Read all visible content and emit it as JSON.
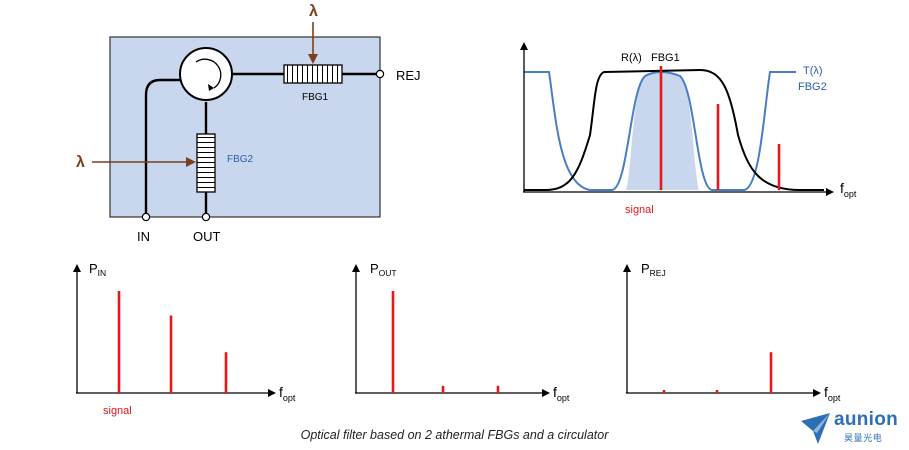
{
  "schematic": {
    "lambda_top": "λ",
    "lambda_left": "λ",
    "fbg1_label": "FBG1",
    "fbg2_label": "FBG2",
    "rej_label": "REJ",
    "in_label": "IN",
    "out_label": "OUT"
  },
  "spectrum": {
    "r_label": "R(λ)",
    "fbg1_label": "FBG1",
    "t_label": "T(λ)",
    "fbg2_label": "FBG2",
    "signal_label": "signal",
    "xaxis_base": "f",
    "xaxis_sub": "opt"
  },
  "chart_data": [
    {
      "type": "bar",
      "ylabel_base": "P",
      "ylabel_sub": "IN",
      "xlabel_base": "f",
      "xlabel_sub": "opt",
      "annotation": "signal",
      "values": [
        1.0,
        0.76,
        0.4
      ]
    },
    {
      "type": "bar",
      "ylabel_base": "P",
      "ylabel_sub": "OUT",
      "xlabel_base": "f",
      "xlabel_sub": "opt",
      "values": [
        1.0,
        0.07,
        0.07
      ]
    },
    {
      "type": "bar",
      "ylabel_base": "P",
      "ylabel_sub": "REJ",
      "xlabel_base": "f",
      "xlabel_sub": "opt",
      "values": [
        0.03,
        0.03,
        0.4
      ]
    }
  ],
  "caption": "Optical filter based on 2 athermal FBGs and a circulator",
  "logo": {
    "name": "aunion",
    "subtitle": "昊量光电"
  },
  "colors": {
    "signal": "#e8161b",
    "fbg2_curve": "#4a7ec3",
    "box_fill": "#c9d7ee",
    "arrow": "#7b3f1d"
  }
}
